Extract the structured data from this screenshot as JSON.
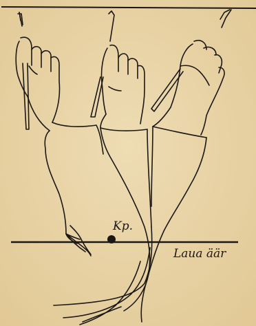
{
  "labels": {
    "pivot_point": "Kp.",
    "table_edge": "Laua äär"
  },
  "colors": {
    "paper": "#e8d4a7",
    "ink": "#1b1713"
  },
  "icons": {
    "hands": [
      "hand-holding-pen-left",
      "hand-holding-pen-middle",
      "hand-holding-pen-right"
    ]
  }
}
